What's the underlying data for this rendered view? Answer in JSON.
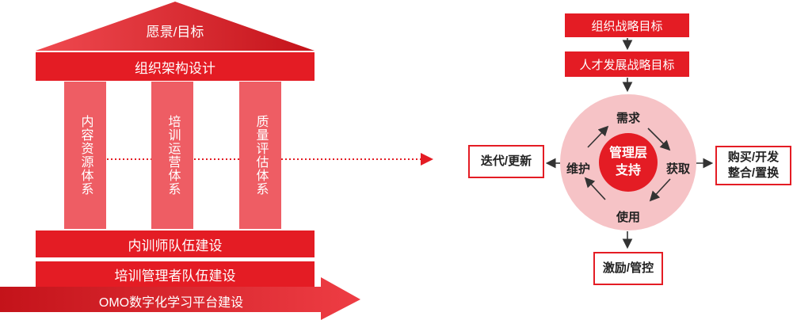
{
  "left": {
    "roof_label": "愿景/目标",
    "beam_label": "组织架构设计",
    "pillars": [
      "内容资源体系",
      "培训运营体系",
      "质量评估体系"
    ],
    "base_rows": [
      "内训师队伍建设",
      "培训管理者队伍建设"
    ],
    "platform_label": "OMO数字化学习平台建设"
  },
  "right": {
    "org_goal": "组织战略目标",
    "talent_goal": "人才发展战略目标",
    "cycle": {
      "core": "管理层\n支持",
      "top": "需求",
      "right": "获取",
      "bottom": "使用",
      "left": "维护"
    },
    "left_output": "迭代/更新",
    "right_output": "购买/开发\n整合/置换",
    "bottom_output": "激励/管控"
  },
  "colors": {
    "primary_red": "#e41c24",
    "pillar_red": "#ee5d64",
    "ring_pink": "#f6c3c6"
  }
}
